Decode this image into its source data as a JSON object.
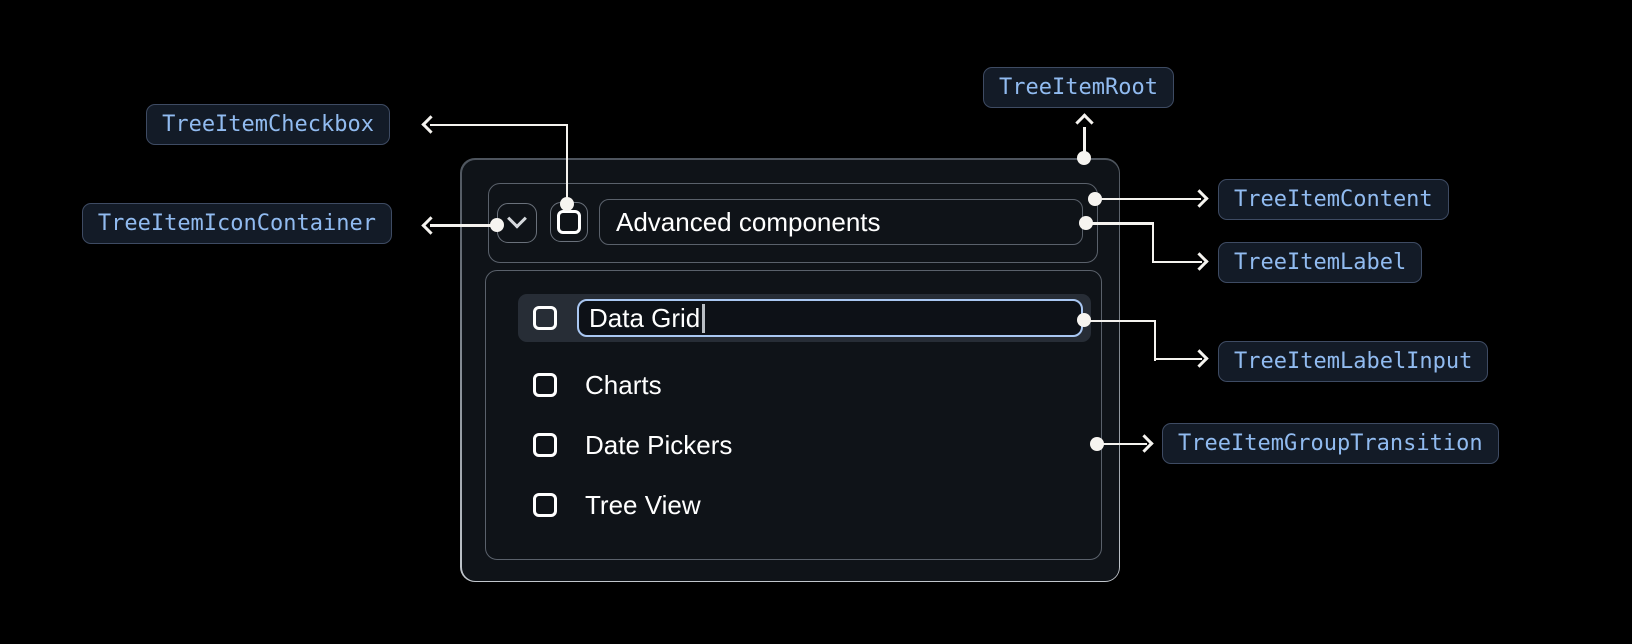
{
  "badges": {
    "root": "TreeItemRoot",
    "checkbox": "TreeItemCheckbox",
    "icon_container": "TreeItemIconContainer",
    "content": "TreeItemContent",
    "label": "TreeItemLabel",
    "label_input": "TreeItemLabelInput",
    "group_transition": "TreeItemGroupTransition"
  },
  "tree_item": {
    "parent_label": "Advanced components",
    "parent_checkbox_checked": false,
    "expanded": true,
    "editing_value": "Data Grid",
    "children": [
      {
        "label": "Charts",
        "checked": false
      },
      {
        "label": "Date Pickers",
        "checked": false
      },
      {
        "label": "Tree View",
        "checked": false
      }
    ]
  },
  "colors": {
    "page_bg": "#000000",
    "surface_bg": "#0f1318",
    "row_highlight": "#272d36",
    "input_focus_border": "#a9c7f2",
    "badge_text": "#91bbf0",
    "badge_bg": "#131b27",
    "badge_border": "#3e4b63",
    "container_border": "#5a616b",
    "connector": "#f5f3ef",
    "label_text": "#ffffff"
  }
}
